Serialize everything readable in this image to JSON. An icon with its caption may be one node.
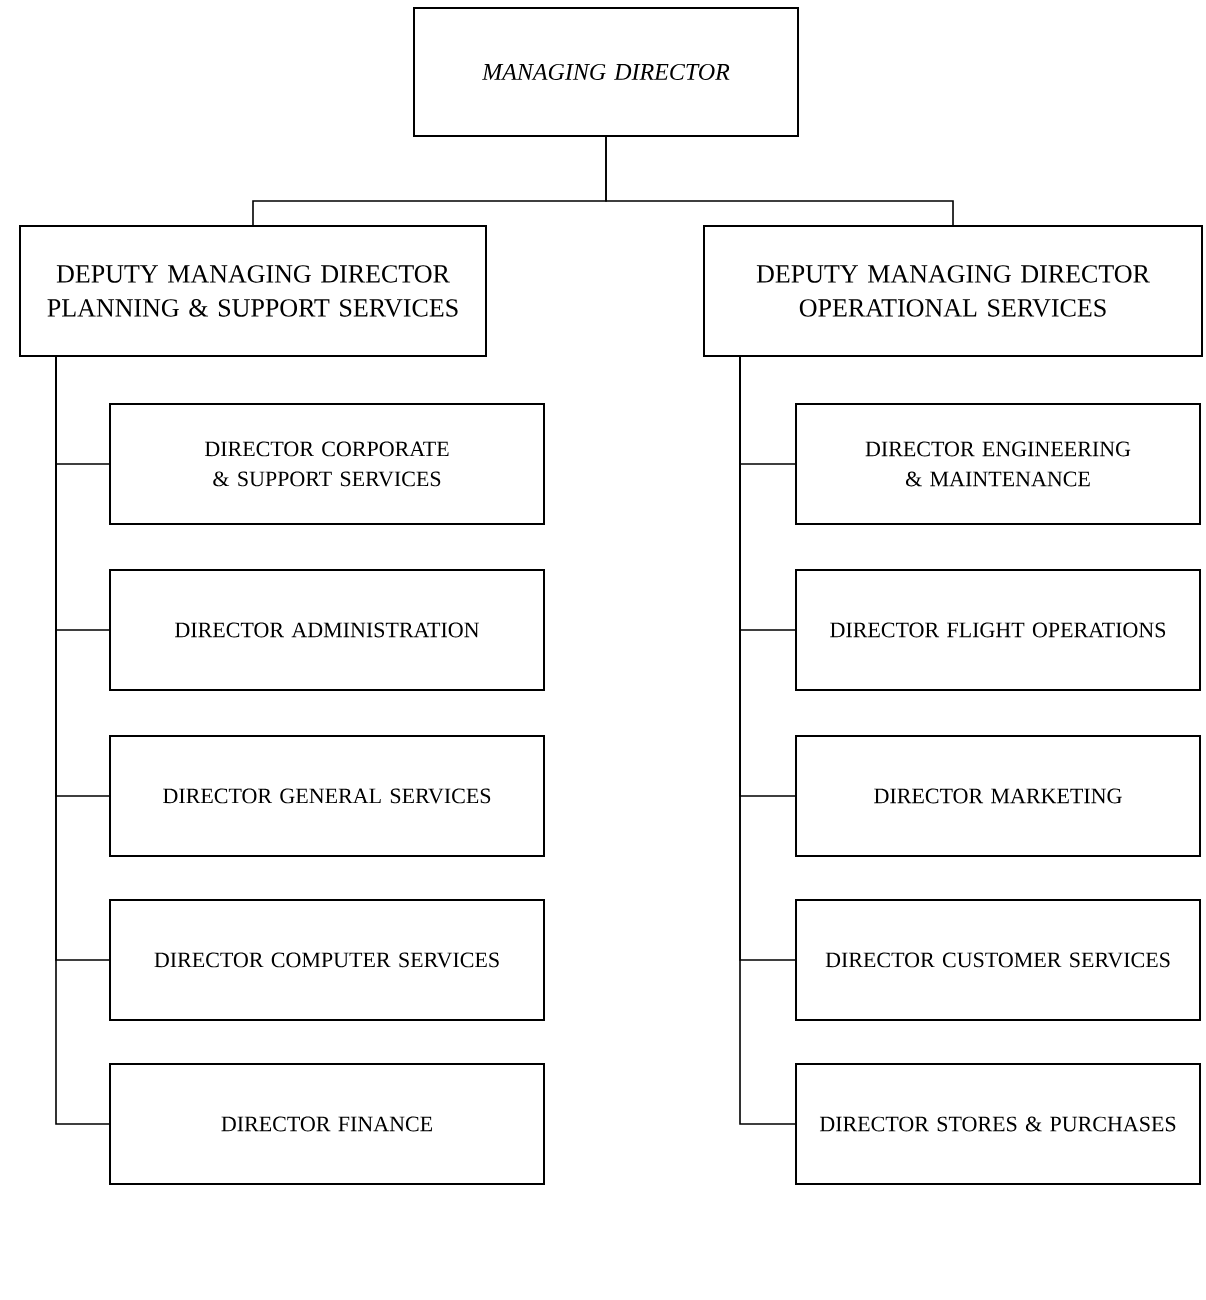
{
  "diagram": {
    "nodes": [
      {
        "text": [
          "MANAGING DIRECTOR"
        ]
      },
      {
        "text": [
          "DEPUTY MANAGING DIRECTOR PLANNING & SUPPORT SERVICES"
        ]
      },
      {
        "text": [
          "DEPUTY MANAGING DIRECTOR OPERATIONAL SERVICES"
        ]
      },
      {
        "text": [
          "DIRECTOR CORPORATE & SUPPORT SERVICES"
        ]
      },
      {
        "text": [
          "DIRECTOR ADMINISTRATION"
        ]
      },
      {
        "text": [
          "DIRECTOR GENERAL SERVICES"
        ]
      },
      {
        "text": [
          "DIRECTOR COMPUTER SERVICES"
        ]
      },
      {
        "text": [
          "DIRECTOR FINANCE"
        ]
      },
      {
        "text": [
          "DIRECTOR ENGINEERING & MAINTENANCE"
        ]
      },
      {
        "text": [
          "DIRECTOR FLIGHT OPERATIONS"
        ]
      },
      {
        "text": [
          "DIRECTOR MARKETING"
        ]
      },
      {
        "text": [
          "DIRECTOR CUSTOMER SERVICES"
        ]
      },
      {
        "text": [
          "DIRECTOR STORES & PURCHASES"
        ]
      }
    ],
    "edges": [
      {
        "from": 0,
        "to": 1,
        "arrow": "none"
      },
      {
        "from": 0,
        "to": 2,
        "arrow": "none"
      },
      {
        "from": 1,
        "to": 3,
        "arrow": "none"
      },
      {
        "from": 1,
        "to": 4,
        "arrow": "none"
      },
      {
        "from": 1,
        "to": 5,
        "arrow": "none"
      },
      {
        "from": 1,
        "to": 6,
        "arrow": "none"
      },
      {
        "from": 1,
        "to": 7,
        "arrow": "none"
      },
      {
        "from": 2,
        "to": 8,
        "arrow": "none"
      },
      {
        "from": 2,
        "to": 9,
        "arrow": "none"
      },
      {
        "from": 2,
        "to": 10,
        "arrow": "none"
      },
      {
        "from": 2,
        "to": 11,
        "arrow": "none"
      },
      {
        "from": 2,
        "to": 12,
        "arrow": "none"
      }
    ]
  }
}
